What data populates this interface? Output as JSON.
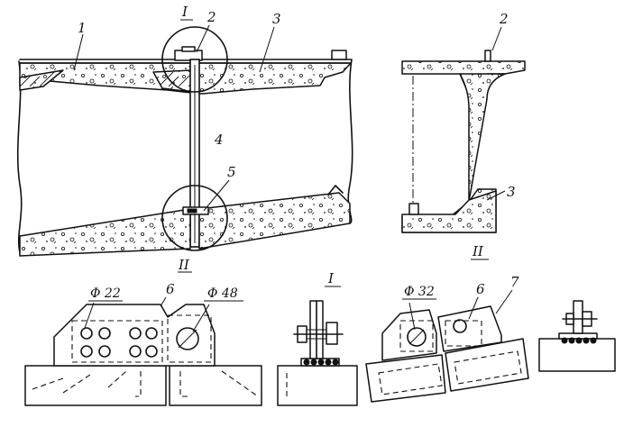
{
  "labels": {
    "n1": "1",
    "n2_main": "2",
    "n3_main": "3",
    "n4": "4",
    "n5": "5",
    "detail_I_top": "I",
    "detail_II_bottom": "II",
    "n2_section": "2",
    "n3_section": "3",
    "detail_I": "I",
    "detail_II": "II",
    "phi22": "Φ 22",
    "phi48": "Φ 48",
    "phi32": "Φ 32",
    "n6_left": "6",
    "n6_right": "6",
    "n7": "7"
  }
}
